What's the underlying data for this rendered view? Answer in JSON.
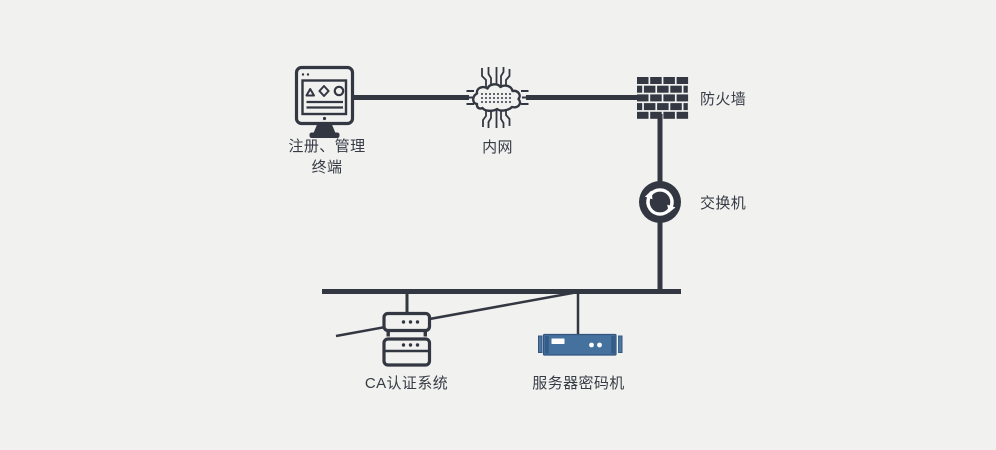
{
  "colors": {
    "background": "#f1f1f0",
    "line": "#333741",
    "text": "#363b44",
    "server_blue": "#44719e",
    "server_blue_dark": "#335d88",
    "server_blue_border": "#31567e",
    "white": "#ffffff"
  },
  "diagram": {
    "type": "network-topology",
    "nodes": {
      "terminal": {
        "label_line1": "注册、管理",
        "label_line2": "终端",
        "icon": "desktop-terminal-icon"
      },
      "intranet": {
        "label": "内网",
        "icon": "circuit-network-icon"
      },
      "firewall": {
        "label": "防火墙",
        "icon": "brick-wall-icon"
      },
      "switch": {
        "label": "交换机",
        "icon": "sync-arrows-icon"
      },
      "ca_system": {
        "label": "CA认证系统",
        "icon": "server-stack-icon"
      },
      "cipher_server": {
        "label": "服务器密码机",
        "icon": "rack-server-icon"
      }
    },
    "edges": [
      "terminal - intranet",
      "intranet - firewall",
      "firewall - switch",
      "switch - bus",
      "bus - ca_system",
      "bus - cipher_server"
    ]
  }
}
